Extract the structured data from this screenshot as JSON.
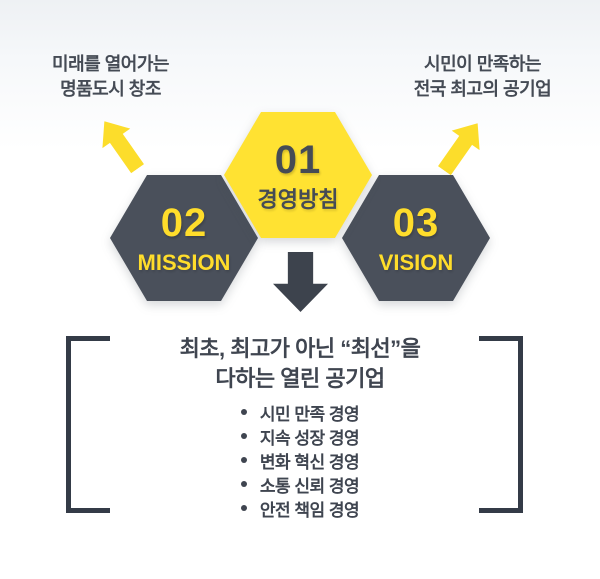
{
  "colors": {
    "yellow": "#FFE232",
    "arrow_yellow": "#FCDD2B",
    "dark_slate": "#4A505B",
    "text_dark": "#454B55",
    "arrow_down": "#3D434D",
    "bracket": "#343B47"
  },
  "captions": {
    "left": {
      "line1": "미래를 열어가는",
      "line2": "명품도시 창조"
    },
    "right": {
      "line1": "시민이 만족하는",
      "line2": "전국  최고의 공기업"
    }
  },
  "hexagons": {
    "policy": {
      "number": "01",
      "label": "경영방침"
    },
    "mission": {
      "number": "02",
      "label": "MISSION"
    },
    "vision": {
      "number": "03",
      "label": "VISION"
    }
  },
  "statement": {
    "line1": "최초, 최고가 아닌 “최선”을",
    "line2": "다하는 열린 공기업"
  },
  "principles": [
    "시민 만족 경영",
    "지속 성장 경영",
    "변화 혁신 경영",
    "소통 신뢰 경영",
    "안전 책임 경영"
  ]
}
